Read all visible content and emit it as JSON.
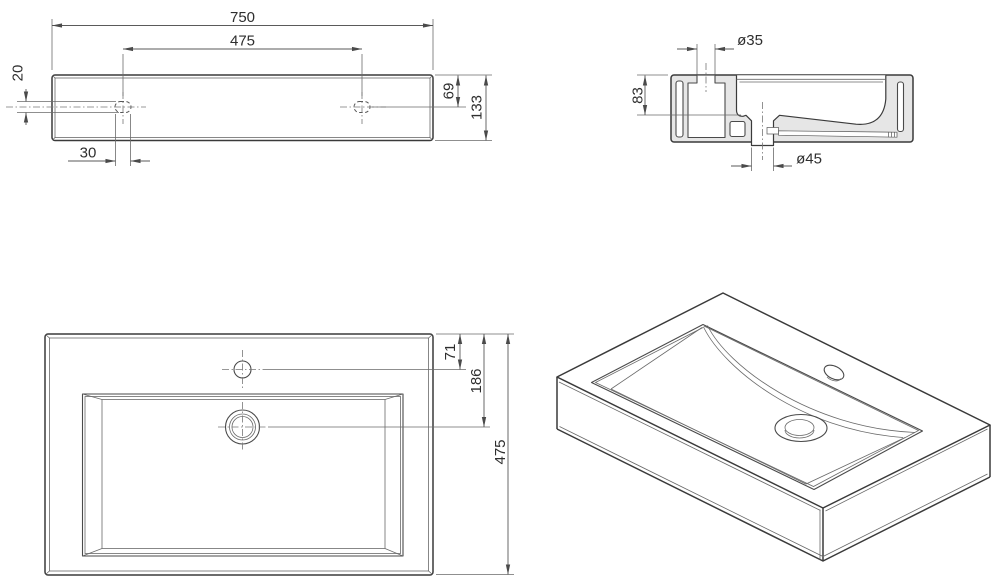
{
  "drawing": {
    "title": "washbasin-technical-drawing",
    "colors": {
      "line": "#3a3a3a",
      "dimension": "#5a5a5a",
      "section_fill": "#e6e6e6",
      "background": "#ffffff"
    },
    "views": {
      "front": {
        "dims": {
          "overall_width": "750",
          "hole_spacing": "475",
          "slot_height": "20",
          "slot_width": "30",
          "hole_offset_from_top": "69",
          "overall_height": "133"
        }
      },
      "section": {
        "dims": {
          "tap_hole_diameter": "ø35",
          "basin_depth": "83",
          "drain_diameter": "ø45"
        }
      },
      "plan": {
        "dims": {
          "tap_hole_from_back": "71",
          "drain_from_back": "186",
          "overall_depth": "475"
        }
      }
    }
  }
}
